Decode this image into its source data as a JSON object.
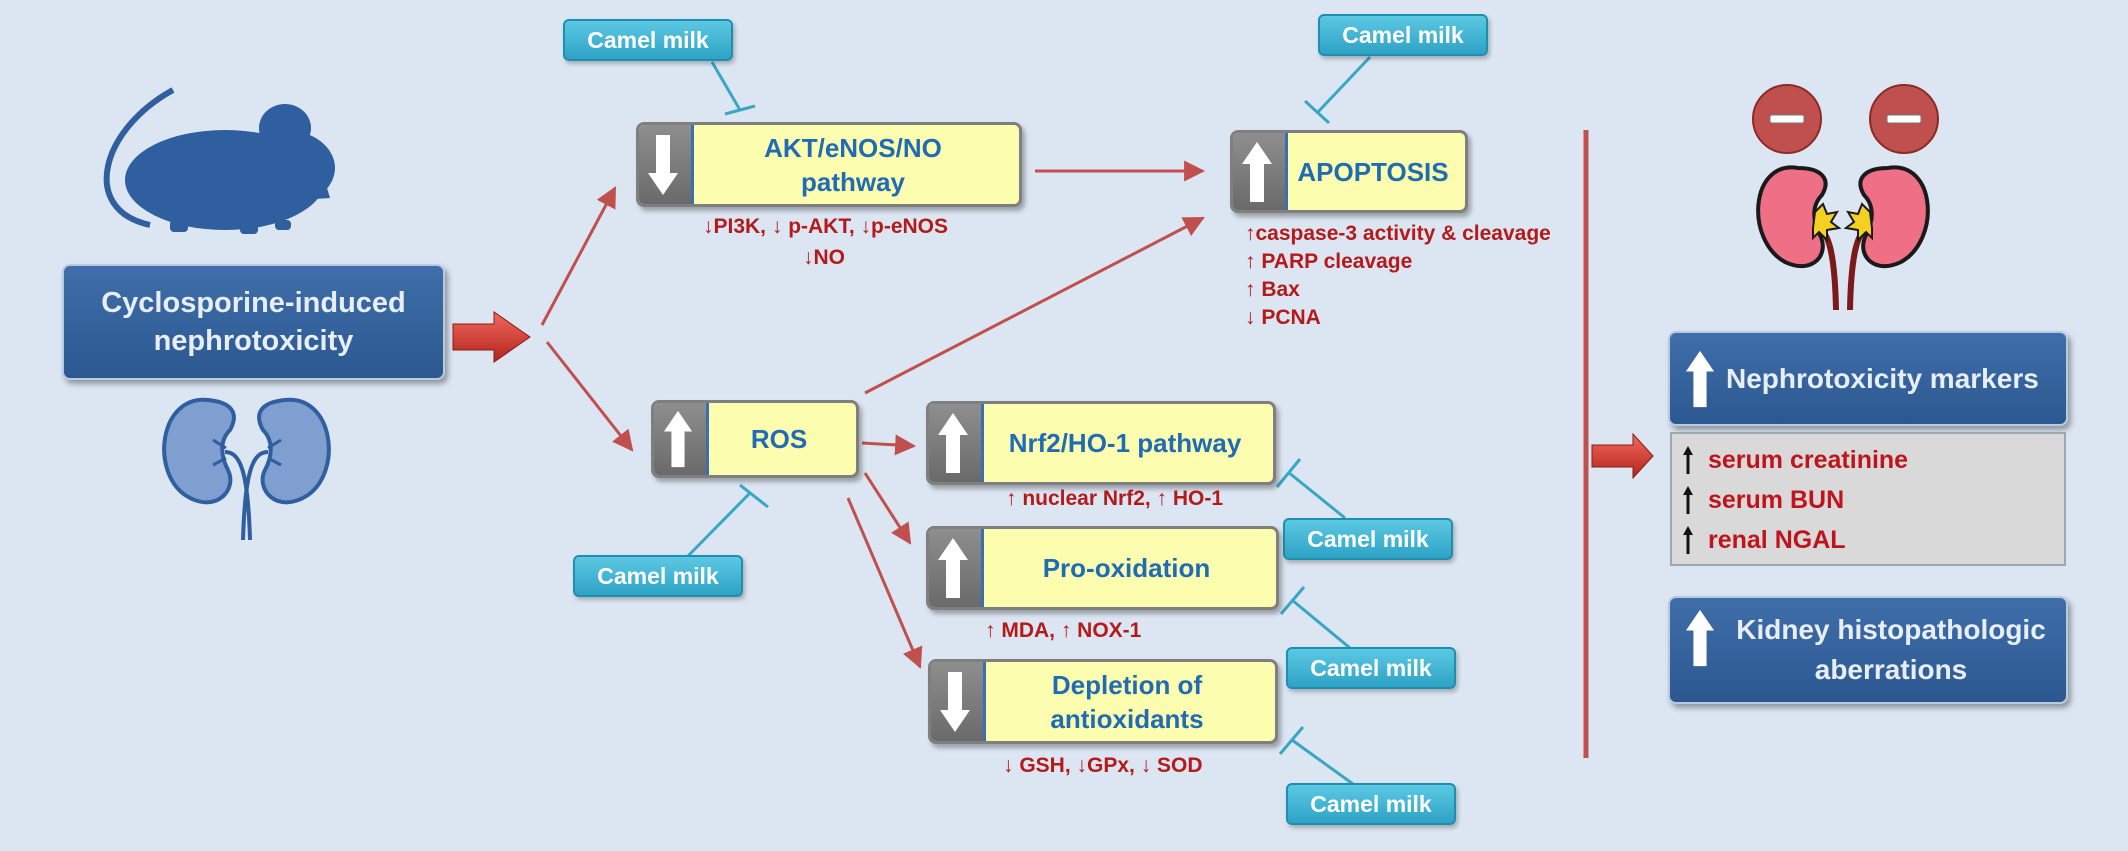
{
  "cause": {
    "title_line1": "Cyclosporine-induced",
    "title_line2": "nephrotoxicity"
  },
  "camel_milk_label": "Camel milk",
  "pathways": {
    "akt": {
      "line1": "AKT/eNOS/NO",
      "line2": "pathway",
      "direction": "down",
      "markers_line1": "↓PI3K, ↓ p-AKT, ↓p-eNOS",
      "markers_line2": "↓NO"
    },
    "apoptosis": {
      "label": "APOPTOSIS",
      "direction": "up",
      "markers": [
        "↑caspase-3 activity & cleavage",
        "↑ PARP cleavage",
        "↑ Bax",
        "↓ PCNA"
      ]
    },
    "ros": {
      "label": "ROS",
      "direction": "up"
    },
    "nrf2": {
      "label": "Nrf2/HO-1 pathway",
      "direction": "up",
      "markers": "↑ nuclear Nrf2, ↑ HO-1"
    },
    "prooxidation": {
      "label": "Pro-oxidation",
      "direction": "up",
      "markers": "↑ MDA, ↑ NOX-1"
    },
    "antioxidants": {
      "line1": "Depletion of",
      "line2": "antioxidants",
      "direction": "down",
      "markers": "↓ GSH, ↓GPx, ↓ SOD"
    }
  },
  "outcomes": {
    "nephrotoxicity_markers": {
      "label": "Nephrotoxicity markers",
      "direction": "up",
      "items": [
        "serum creatinine",
        "serum BUN",
        "renal NGAL"
      ]
    },
    "histopathology": {
      "line1": "Kidney histopathologic",
      "line2": "aberrations",
      "direction": "up"
    }
  },
  "colors": {
    "background": "#dce6f2",
    "pathway_box": "#fdfdb0",
    "pathway_text": "#1f6cb5",
    "marker_text": "#b51a1a",
    "camel_box": "#2ea3c5",
    "arrow_red": "#c0504d",
    "outcome_box": "#2c5891"
  },
  "icons": [
    "mouse-icon",
    "kidney-outline-icon",
    "kidney-colored-icon",
    "minus-circle-icon",
    "up-arrow-icon",
    "down-arrow-icon"
  ]
}
